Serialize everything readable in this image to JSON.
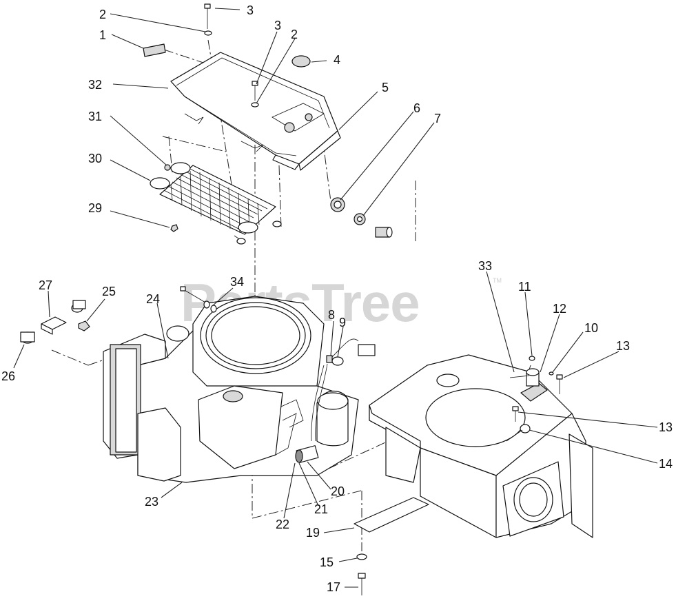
{
  "watermark": {
    "text": "PartsTree",
    "mark": "TM"
  },
  "callouts": [
    "1",
    "2",
    "3",
    "3",
    "2",
    "4",
    "32",
    "5",
    "6",
    "7",
    "31",
    "30",
    "29",
    "27",
    "34",
    "25",
    "24",
    "26",
    "8",
    "9",
    "33",
    "11",
    "12",
    "10",
    "13",
    "13",
    "14",
    "23",
    "20",
    "21",
    "22",
    "19",
    "15",
    "17"
  ],
  "colors": {
    "line": "#111111",
    "fill": "#ffffff",
    "shade": "#d9d9d9",
    "watermark": "#d6d6d6"
  }
}
